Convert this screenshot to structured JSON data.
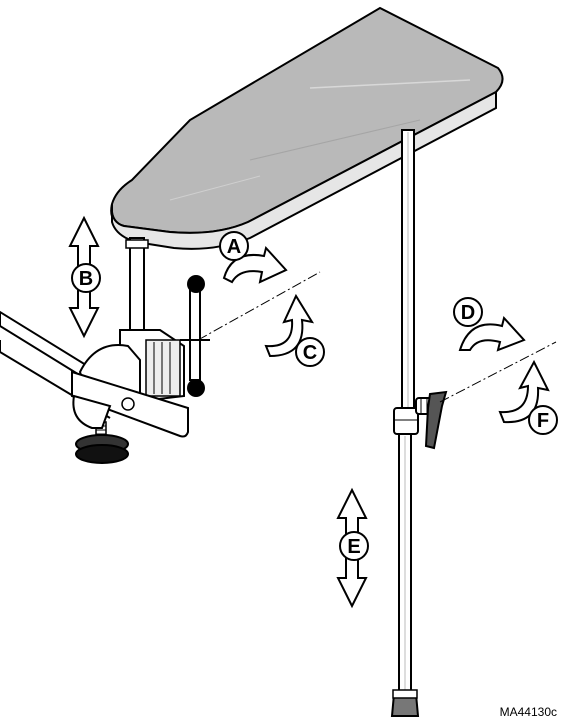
{
  "diagram": {
    "labels": {
      "A": "A",
      "B": "B",
      "C": "C",
      "D": "D",
      "E": "E",
      "F": "F"
    },
    "reference_code": "MA44130c",
    "colors": {
      "board_top": "#b9b9b9",
      "board_edge": "#e6e6e6",
      "line": "#000000",
      "arrow_fill": "#ffffff",
      "clamp_fill": "#ffffff",
      "knob_fill": "#000000"
    }
  }
}
